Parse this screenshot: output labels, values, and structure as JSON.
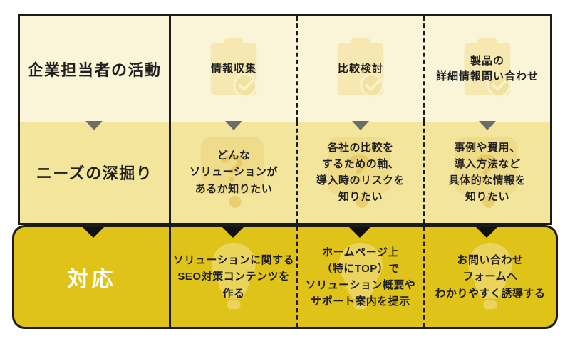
{
  "diagram": {
    "row_headers": {
      "activities": "企業担当者の活動",
      "needs": "ニーズの深掘り",
      "response": "対応"
    },
    "stages": [
      {
        "activity": "情報収集",
        "need": "どんな\nソリューションが\nあるか知りたい",
        "response": "ソリューションに関する\nSEO対策コンテンツを\n作る"
      },
      {
        "activity": "比較検討",
        "need": "各社の比較を\nするための軸、\n導入時のリスクを\n知りたい",
        "response": "ホームページ上\n（特にTOP）で\nソリューション概要や\nサポート案内を提示"
      },
      {
        "activity": "製品の\n詳細情報問い合わせ",
        "need": "事例や費用、\n導入方法など\n具体的な情報を\n知りたい",
        "response": "お問い合わせ\nフォームへ\nわかりやすく誘導する"
      }
    ],
    "icons": {
      "activity_row": "clipboard-check-icon",
      "needs_row": "question-bubble-icon",
      "response_row": "lightbulb-icon"
    },
    "colors": {
      "page_bg": "#ffffff",
      "activities_row_bg": "#faf4d9",
      "needs_row_bg": "#f3e59b",
      "response_row_bg": "#e0c318",
      "border": "#1b1b1b",
      "arrow_gray": "#6e6d65",
      "arrow_black": "#111111",
      "response_label_color": "#ffffff"
    }
  }
}
